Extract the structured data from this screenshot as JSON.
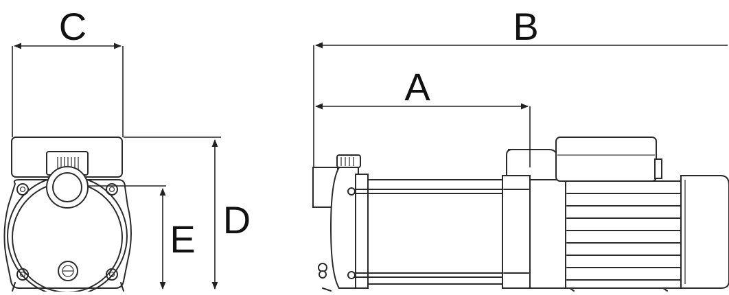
{
  "diagram": {
    "dimension_labels": {
      "a": "A",
      "b": "B",
      "c": "C",
      "d": "D",
      "e": "E"
    },
    "colors": {
      "line": "#2a2a2a",
      "background": "#ffffff"
    }
  }
}
